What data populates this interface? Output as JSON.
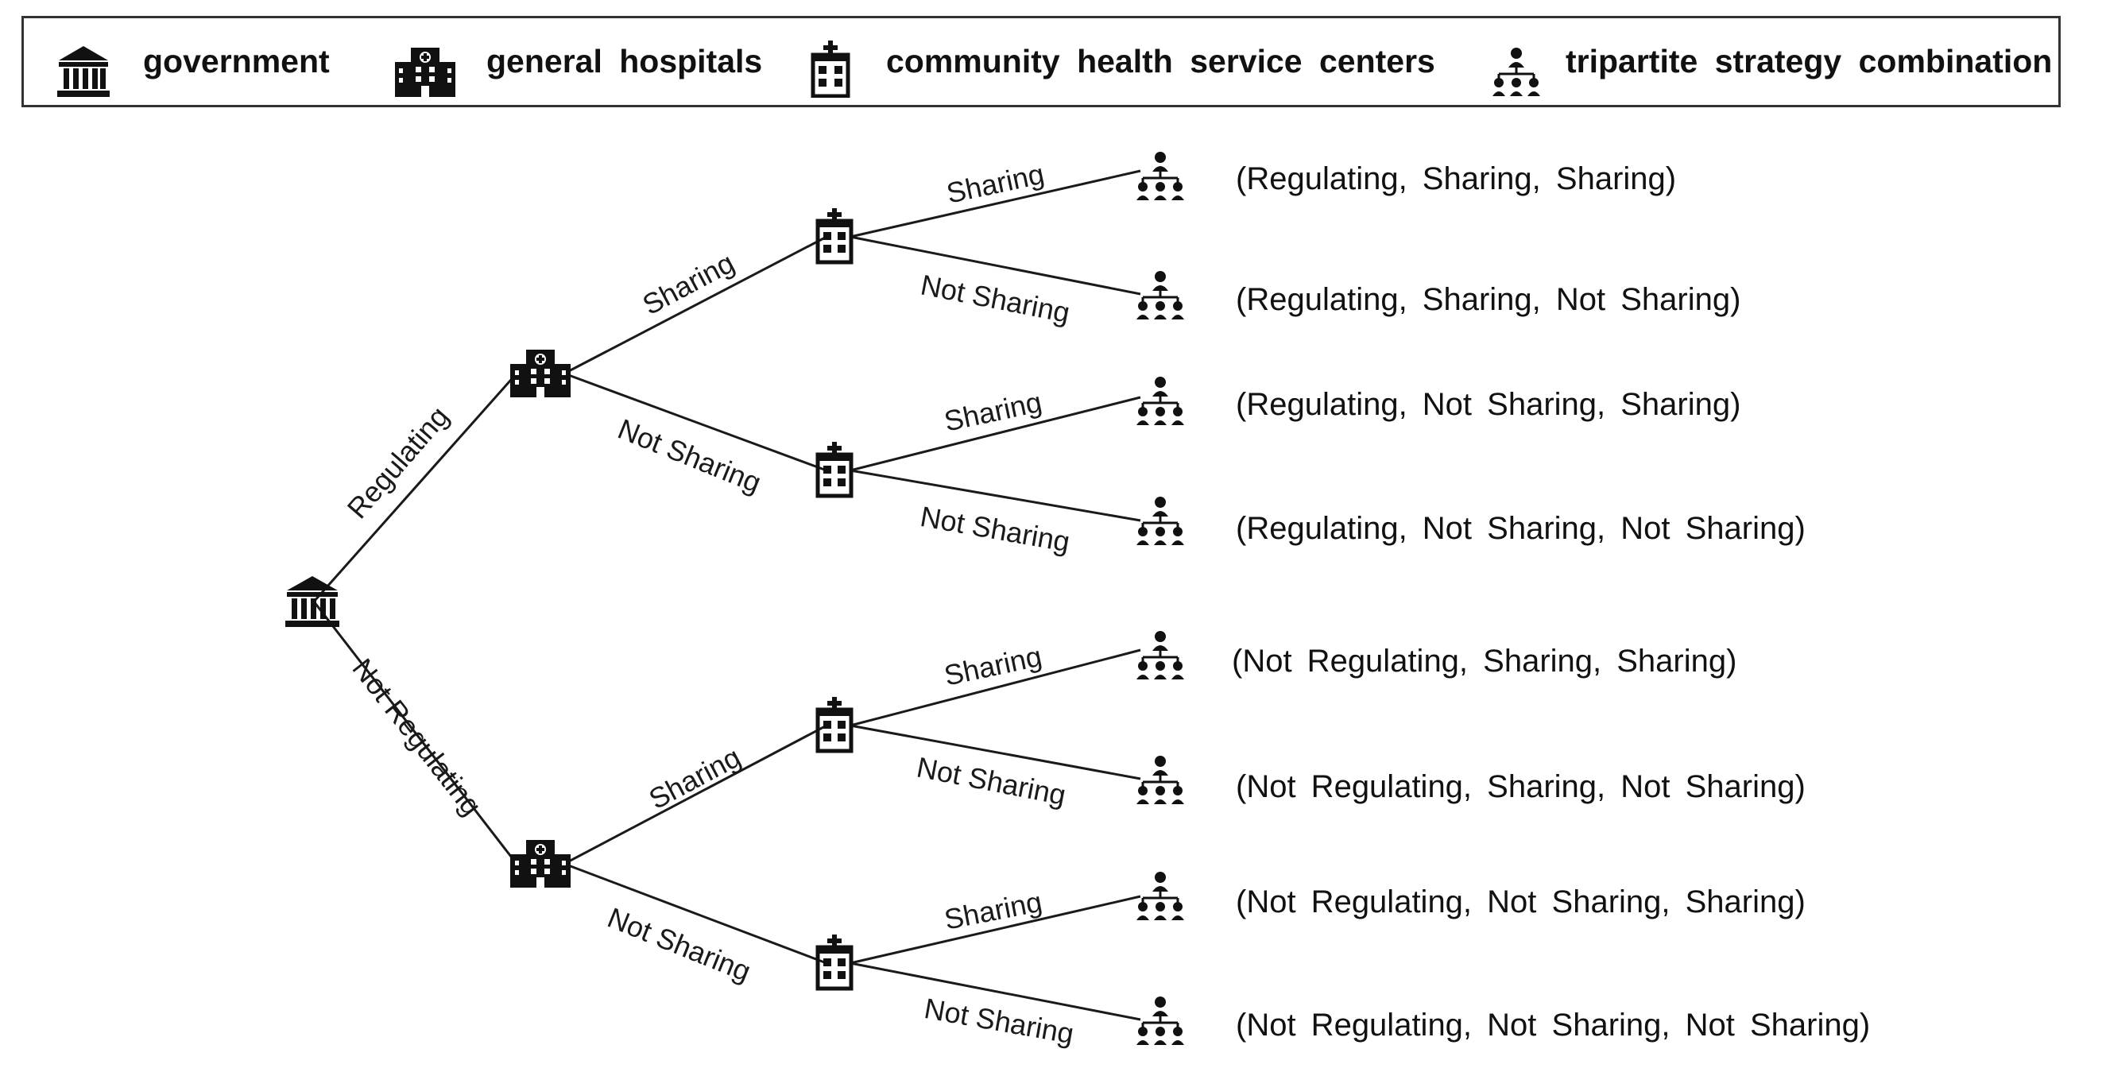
{
  "legend": {
    "government": "government",
    "general_hospitals": "general hospitals",
    "community_centers": "community health service centers",
    "combination": "tripartite strategy combination"
  },
  "icons": {
    "government": "government-building-icon",
    "hospital": "hospital-building-icon",
    "community": "community-health-center-icon",
    "combination": "hierarchy-icon"
  },
  "tree": {
    "gov_edges": [
      "Regulating",
      "Not Regulating"
    ],
    "hospital_edges": {
      "upper": [
        "Sharing",
        "Not Sharing"
      ],
      "lower": [
        "Sharing",
        "Not Sharing"
      ]
    },
    "community_edges": [
      [
        "Sharing",
        "Not Sharing"
      ],
      [
        "Sharing",
        "Not Sharing"
      ],
      [
        "Sharing",
        "Not Sharing"
      ],
      [
        "Sharing",
        "Not Sharing"
      ]
    ],
    "outcomes": [
      "(Regulating, Sharing, Sharing)",
      "(Regulating, Sharing, Not Sharing)",
      "(Regulating, Not Sharing, Sharing)",
      "(Regulating, Not Sharing, Not Sharing)",
      "(Not Regulating, Sharing, Sharing)",
      "(Not Regulating, Sharing, Not Sharing)",
      "(Not Regulating, Not Sharing, Sharing)",
      "(Not Regulating, Not Sharing, Not Sharing)"
    ]
  }
}
